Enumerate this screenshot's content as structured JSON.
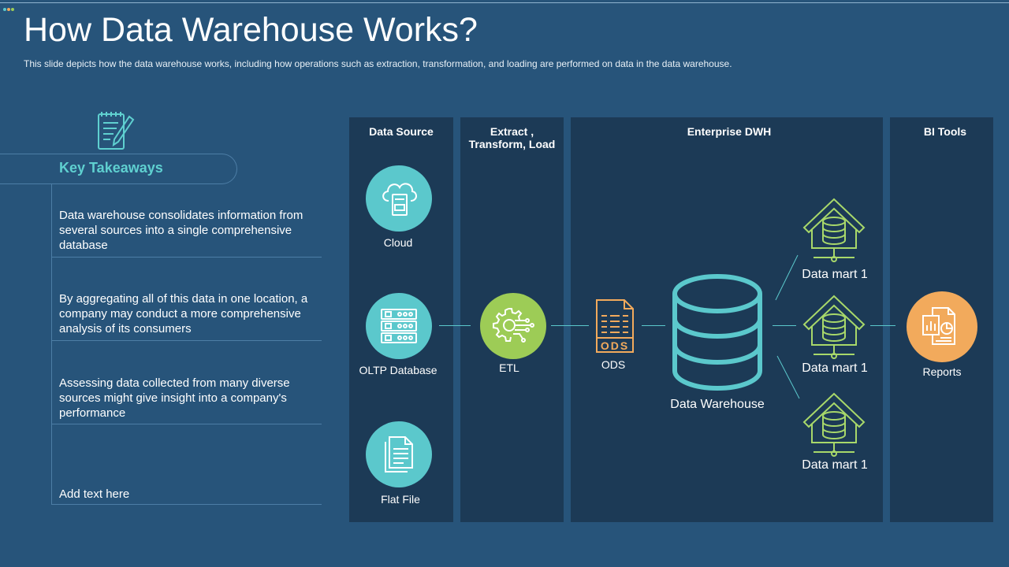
{
  "title": "How Data Warehouse Works?",
  "subtitle": "This slide depicts how the data warehouse works, including how operations such as extraction, transformation, and loading are performed  on data in the data warehouse.",
  "takeaways": {
    "heading": "Key Takeaways",
    "items": [
      "Data warehouse consolidates information from several sources into a single comprehensive database",
      "By aggregating all of this data in one location, a company may conduct a more comprehensive analysis of its consumers",
      "Assessing data collected from many diverse sources might give insight into a company's performance",
      "Add text here"
    ]
  },
  "columns": {
    "source": "Data Source",
    "etl_line1": "Extract ,",
    "etl_line2": "Transform, Load",
    "dwh": "Enterprise DWH",
    "bi": "BI Tools"
  },
  "nodes": {
    "cloud": "Cloud",
    "oltp": "OLTP Database",
    "flat_file": "Flat File",
    "etl": "ETL",
    "ods": "ODS",
    "warehouse": "Data Warehouse",
    "mart1": "Data mart 1",
    "mart2": "Data mart 1",
    "mart3": "Data mart 1",
    "reports": "Reports"
  },
  "icons": {
    "notes": "notepad-pen-icon",
    "cloud": "cloud-document-icon",
    "oltp": "server-rack-icon",
    "flat_file": "file-icon",
    "etl": "gear-circuit-icon",
    "ods": "ods-file-icon",
    "warehouse": "database-icon",
    "mart": "house-database-icon",
    "reports": "report-documents-icon"
  },
  "colors": {
    "background": "#27547a",
    "panel": "#1c3a56",
    "teal": "#5bc8cc",
    "green": "#9dcc56",
    "orange": "#f2aa5c",
    "accent_text": "#5fd0d0",
    "mart_outline": "#a8d86a"
  }
}
